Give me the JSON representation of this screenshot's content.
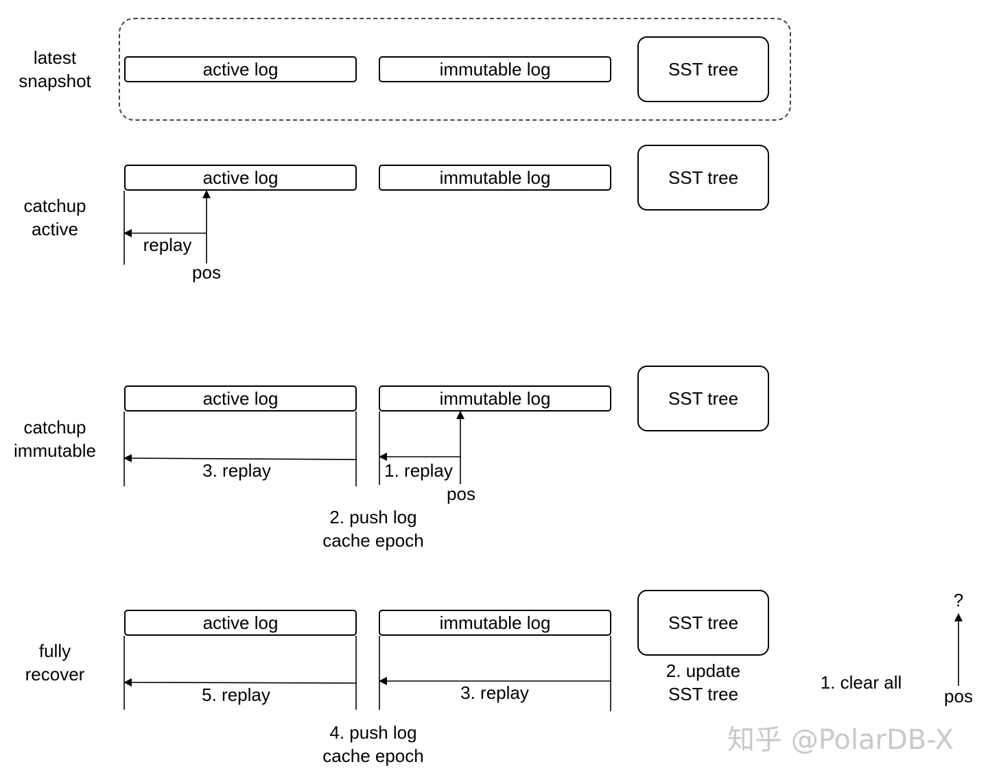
{
  "rows": {
    "snapshot": {
      "label": "latest\nsnapshot"
    },
    "catchup_active": {
      "label": "catchup\nactive"
    },
    "catchup_immutable": {
      "label": "catchup\nimmutable"
    },
    "fully_recover": {
      "label": "fully\nrecover"
    }
  },
  "boxes": {
    "active_log": "active log",
    "immutable_log": "immutable log",
    "sst_tree": "SST tree"
  },
  "catchup_active": {
    "replay": "replay",
    "pos": "pos"
  },
  "catchup_immutable": {
    "step1": "1. replay",
    "pos": "pos",
    "step2": "2. push log\ncache epoch",
    "step3": "3. replay"
  },
  "fully_recover": {
    "step1": "1. clear all",
    "step2": "2. update\nSST tree",
    "step3": "3. replay",
    "step4": "4. push log\ncache epoch",
    "step5": "5. replay",
    "pos": "pos",
    "question": "?"
  },
  "watermark": "知乎 @PolarDB-X"
}
